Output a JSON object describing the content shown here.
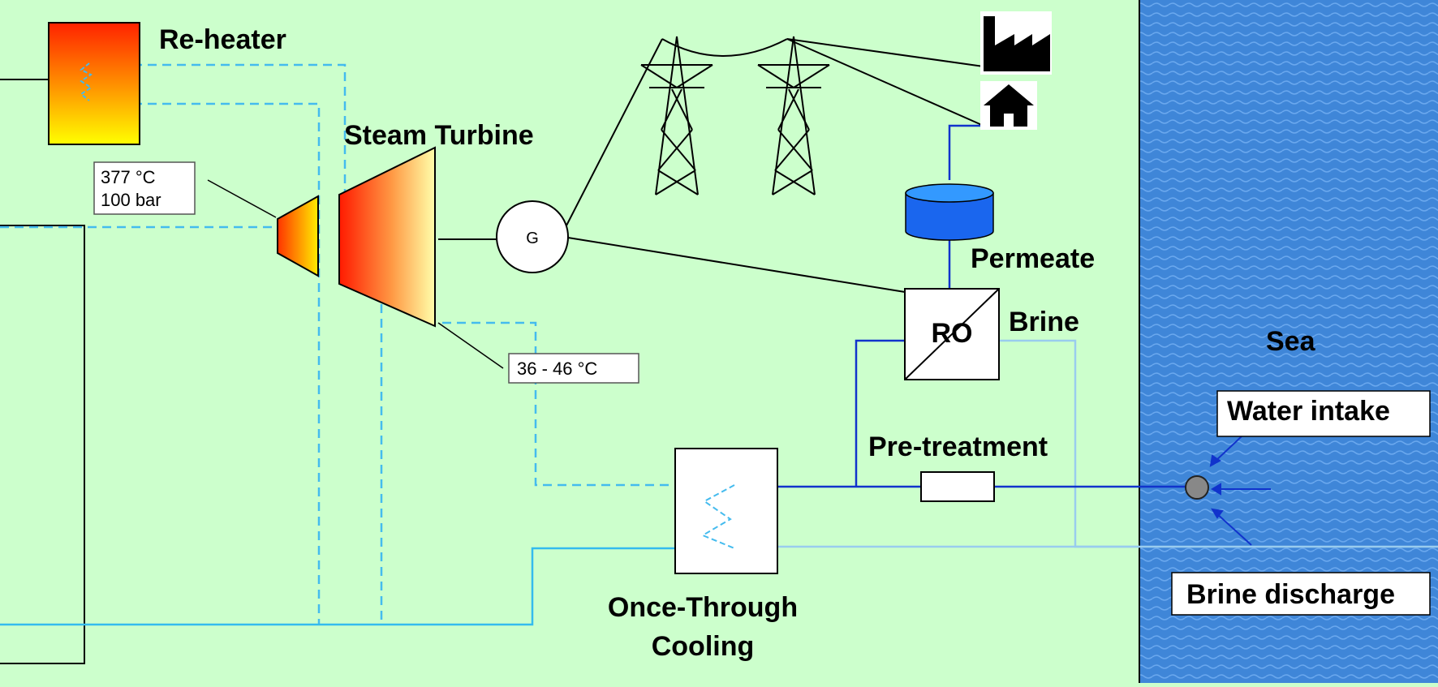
{
  "labels": {
    "reheater": "Re-heater",
    "steam_turbine": "Steam Turbine",
    "temp_high_line1": "377 °C",
    "temp_high_line2": "100 bar",
    "temp_low": "36 - 46 °C",
    "generator": "G",
    "permeate": "Permeate",
    "ro": "RO",
    "brine": "Brine",
    "sea": "Sea",
    "water_intake": "Water intake",
    "pretreatment": "Pre-treatment",
    "brine_discharge": "Brine discharge",
    "cooling_line1": "Once-Through",
    "cooling_line2": "Cooling"
  },
  "icons": {
    "factory": "factory-icon",
    "house": "house-icon",
    "pylon": "transmission-tower-icon",
    "tank": "permeate-tank-icon",
    "pump": "intake-pump-icon"
  },
  "colors": {
    "background": "#ccffcc",
    "sea": "#3f86d8",
    "dashed_line": "#44bbee",
    "light_line": "#33bbee",
    "blue_line": "#1133cc",
    "tank": "#1a66ee",
    "heater_top": "#ff2200",
    "heater_bottom": "#ffff00"
  }
}
